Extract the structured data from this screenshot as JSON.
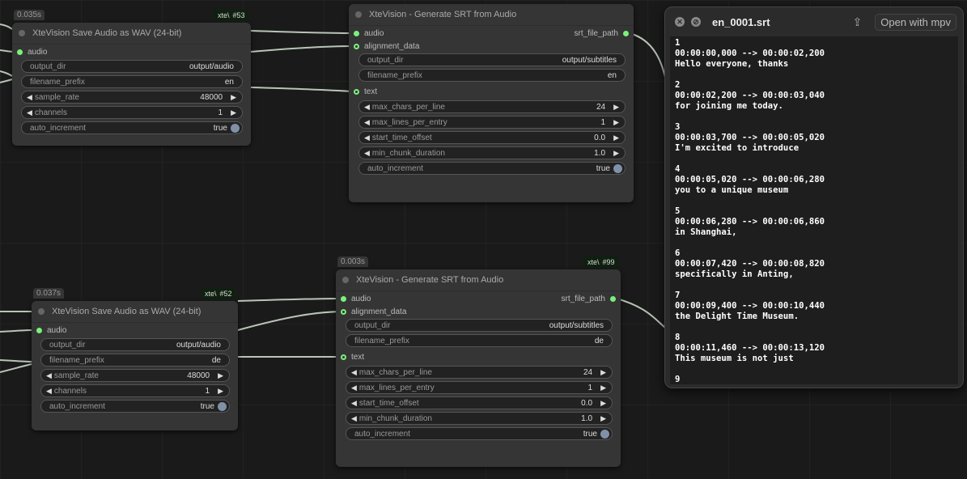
{
  "nodes": [
    {
      "key": "save_en",
      "title": "XteVision Save Audio as WAV (24-bit)",
      "time": "0.035s",
      "tag": "xte\\",
      "id": "#53",
      "inputs": [
        {
          "label": "audio",
          "hollow": false
        }
      ],
      "outputs": [],
      "widgets": [
        {
          "label": "output_dir",
          "value": "output/audio",
          "type": "text"
        },
        {
          "label": "filename_prefix",
          "value": "en",
          "type": "text"
        },
        {
          "label": "sample_rate",
          "value": "48000",
          "type": "number"
        },
        {
          "label": "channels",
          "value": "1",
          "type": "number"
        },
        {
          "label": "auto_increment",
          "value": "true",
          "type": "toggle"
        }
      ]
    },
    {
      "key": "srt_en",
      "title": "XteVision - Generate SRT from Audio",
      "time": "",
      "tag": "",
      "id": "",
      "inputs": [
        {
          "label": "audio",
          "hollow": false
        },
        {
          "label": "alignment_data",
          "hollow": true
        }
      ],
      "outputs": [
        {
          "label": "srt_file_path"
        }
      ],
      "widgets": [
        {
          "label": "output_dir",
          "value": "output/subtitles",
          "type": "text"
        },
        {
          "label": "filename_prefix",
          "value": "en",
          "type": "text"
        }
      ],
      "inputs2": [
        {
          "label": "text",
          "hollow": true
        }
      ],
      "widgets2": [
        {
          "label": "max_chars_per_line",
          "value": "24",
          "type": "number"
        },
        {
          "label": "max_lines_per_entry",
          "value": "1",
          "type": "number"
        },
        {
          "label": "start_time_offset",
          "value": "0.0",
          "type": "number"
        },
        {
          "label": "min_chunk_duration",
          "value": "1.0",
          "type": "number"
        },
        {
          "label": "auto_increment",
          "value": "true",
          "type": "toggle"
        }
      ]
    },
    {
      "key": "save_de",
      "title": "XteVision Save Audio as WAV (24-bit)",
      "time": "0.037s",
      "tag": "xte\\",
      "id": "#52",
      "inputs": [
        {
          "label": "audio",
          "hollow": false
        }
      ],
      "outputs": [],
      "widgets": [
        {
          "label": "output_dir",
          "value": "output/audio",
          "type": "text"
        },
        {
          "label": "filename_prefix",
          "value": "de",
          "type": "text"
        },
        {
          "label": "sample_rate",
          "value": "48000",
          "type": "number"
        },
        {
          "label": "channels",
          "value": "1",
          "type": "number"
        },
        {
          "label": "auto_increment",
          "value": "true",
          "type": "toggle"
        }
      ]
    },
    {
      "key": "srt_de",
      "title": "XteVision - Generate SRT from Audio",
      "time": "0.003s",
      "tag": "xte\\",
      "id": "#99",
      "inputs": [
        {
          "label": "audio",
          "hollow": false
        },
        {
          "label": "alignment_data",
          "hollow": true
        }
      ],
      "outputs": [
        {
          "label": "srt_file_path"
        }
      ],
      "widgets": [
        {
          "label": "output_dir",
          "value": "output/subtitles",
          "type": "text"
        },
        {
          "label": "filename_prefix",
          "value": "de",
          "type": "text"
        }
      ],
      "inputs2": [
        {
          "label": "text",
          "hollow": true
        }
      ],
      "widgets2": [
        {
          "label": "max_chars_per_line",
          "value": "24",
          "type": "number"
        },
        {
          "label": "max_lines_per_entry",
          "value": "1",
          "type": "number"
        },
        {
          "label": "start_time_offset",
          "value": "0.0",
          "type": "number"
        },
        {
          "label": "min_chunk_duration",
          "value": "1.0",
          "type": "number"
        },
        {
          "label": "auto_increment",
          "value": "true",
          "type": "toggle"
        }
      ]
    }
  ],
  "preview": {
    "title": "en_0001.srt",
    "open_button": "Open with mpv",
    "content": "1\n00:00:00,000 --> 00:00:02,200\nHello everyone, thanks\n\n2\n00:00:02,200 --> 00:00:03,040\nfor joining me today.\n\n3\n00:00:03,700 --> 00:00:05,020\nI'm excited to introduce\n\n4\n00:00:05,020 --> 00:00:06,280\nyou to a unique museum\n\n5\n00:00:06,280 --> 00:00:06,860\nin Shanghai,\n\n6\n00:00:07,420 --> 00:00:08,820\nspecifically in Anting,\n\n7\n00:00:09,400 --> 00:00:10,440\nthe Delight Time Museum.\n\n8\n00:00:11,460 --> 00:00:13,120\nThis museum is not just\n\n9"
  }
}
